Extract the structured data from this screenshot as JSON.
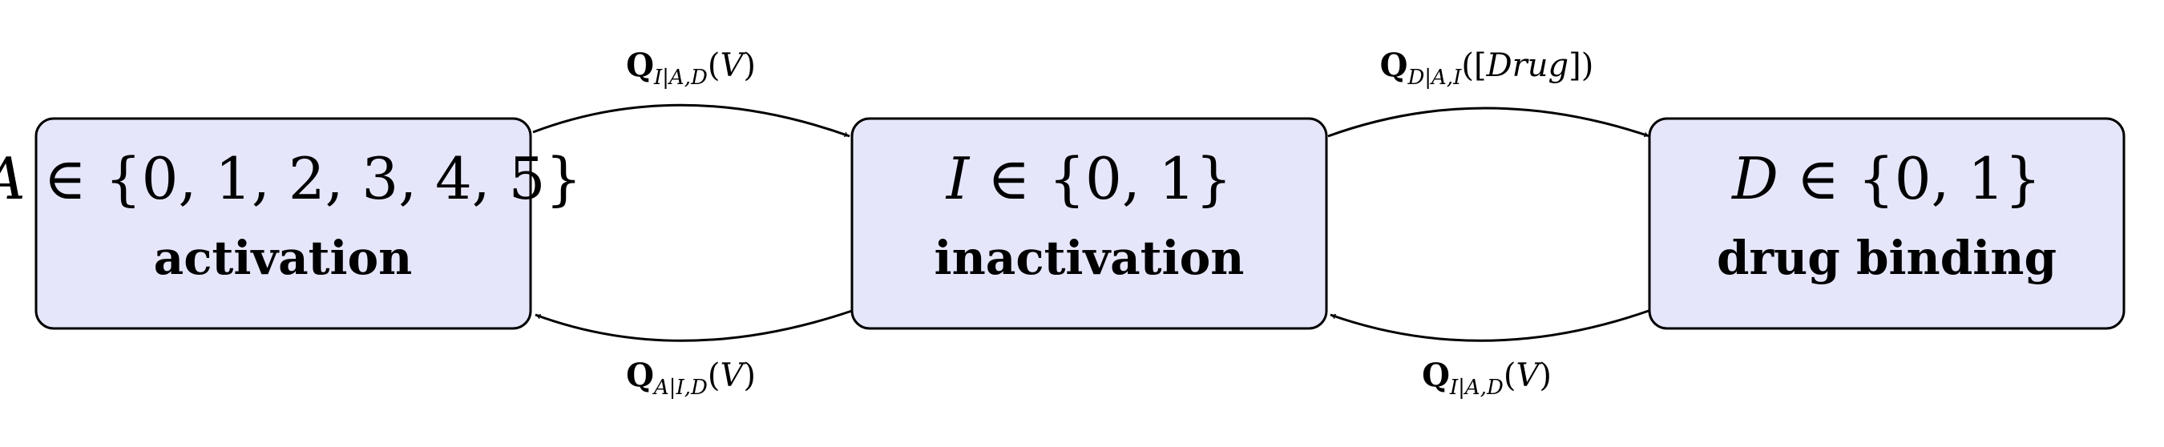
{
  "nodes": [
    {
      "id": "activation",
      "var": "A",
      "set": "∈ {0, 1, 2, 3, 4, 5}",
      "label": "activation"
    },
    {
      "id": "inactivation",
      "var": "I",
      "set": "∈ {0, 1}",
      "label": "inactivation"
    },
    {
      "id": "drug-binding",
      "var": "D",
      "set": "∈ {0, 1}",
      "label": "drug binding"
    }
  ],
  "edges": [
    {
      "id": "activation-to-inactivation",
      "q": "Q",
      "sub": "I|A,D",
      "open": "(",
      "arg": "V",
      "close": ")"
    },
    {
      "id": "inactivation-to-activation",
      "q": "Q",
      "sub": "A|I,D",
      "open": "(",
      "arg": "V",
      "close": ")"
    },
    {
      "id": "inactivation-to-drug",
      "q": "Q",
      "sub": "D|A,I",
      "open": "([",
      "arg": "Drug",
      "close": "])"
    },
    {
      "id": "drug-to-inactivation",
      "q": "Q",
      "sub": "I|A,D",
      "open": "(",
      "arg": "V",
      "close": ")"
    }
  ]
}
